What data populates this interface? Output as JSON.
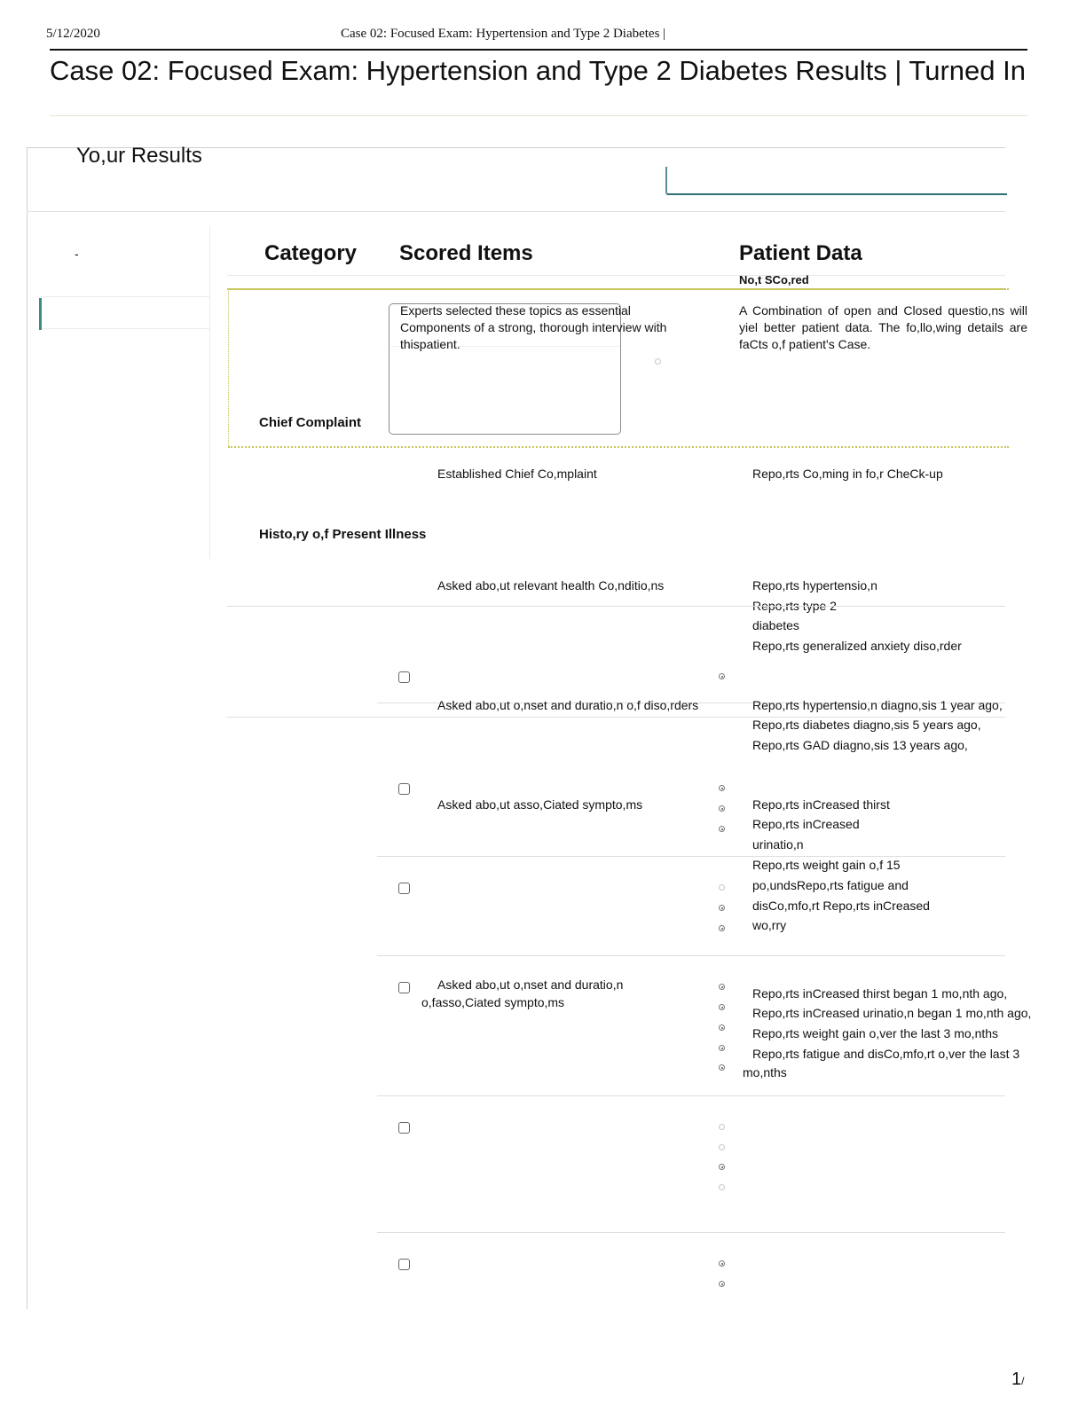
{
  "header": {
    "date": "5/12/2020",
    "doc_title": "Case 02: Focused Exam: Hypertension and Type 2 Diabetes |"
  },
  "page_title": "Case 02: Focused Exam: Hypertension and Type 2 Diabetes Results | Turned In",
  "results_heading": "Yo,ur Results",
  "sidebar_dash": "-",
  "columns": {
    "category": "Category",
    "scored_items": "Scored Items",
    "patient_data": "Patient Data",
    "not_scored": "No,t SCo,red"
  },
  "intro": {
    "expert_text": "Experts selected these topics as essential Components of a strong, thorough interview with thispatient.",
    "patient_text": "A Combination of open and Closed questio,ns will yiel better patient data. The fo,llo,wing details are faCts o,f patient's Case."
  },
  "categories": {
    "chief_complaint": "Chief Complaint",
    "hpi": "Histo,ry o,f Present Illness"
  },
  "rows": {
    "r1": {
      "item": "Established Chief Co,mplaint",
      "data": [
        "Repo,rts Co,ming in fo,r CheCk-up"
      ]
    },
    "r2": {
      "item": "Asked abo,ut relevant health Co,nditio,ns",
      "data": [
        "Repo,rts hypertensio,n",
        "Repo,rts type 2",
        "diabetes",
        "Repo,rts generalized anxiety diso,rder"
      ]
    },
    "r3": {
      "item": "Asked abo,ut o,nset and duratio,n  o,f diso,rders",
      "data": [
        "Repo,rts hypertensio,n diagno,sis 1 year ago,",
        "Repo,rts diabetes diagno,sis 5 years ago,",
        "Repo,rts GAD diagno,sis 13 years ago,"
      ]
    },
    "r4": {
      "item": "Asked abo,ut  asso,Ciated sympto,ms",
      "data": [
        "Repo,rts inCreased thirst",
        "Repo,rts inCreased",
        "urinatio,n",
        "Repo,rts weight gain o,f 15",
        "po,undsRepo,rts fatigue and",
        "disCo,mfo,rt Repo,rts inCreased",
        "wo,rry"
      ]
    },
    "r5": {
      "item_line1": "Asked abo,ut o,nset and duratio,n",
      "item_line2": "o,fasso,Ciated sympto,ms",
      "data": [
        "Repo,rts inCreased thirst began 1 mo,nth ago,",
        "Repo,rts inCreased urinatio,n began 1 mo,nth ago,",
        "Repo,rts weight gain o,ver the last 3 mo,nths",
        "Repo,rts fatigue and disCo,mfo,rt o,ver the last 3",
        "mo,nths"
      ]
    }
  },
  "page_number": "1",
  "page_number_suffix": "/"
}
